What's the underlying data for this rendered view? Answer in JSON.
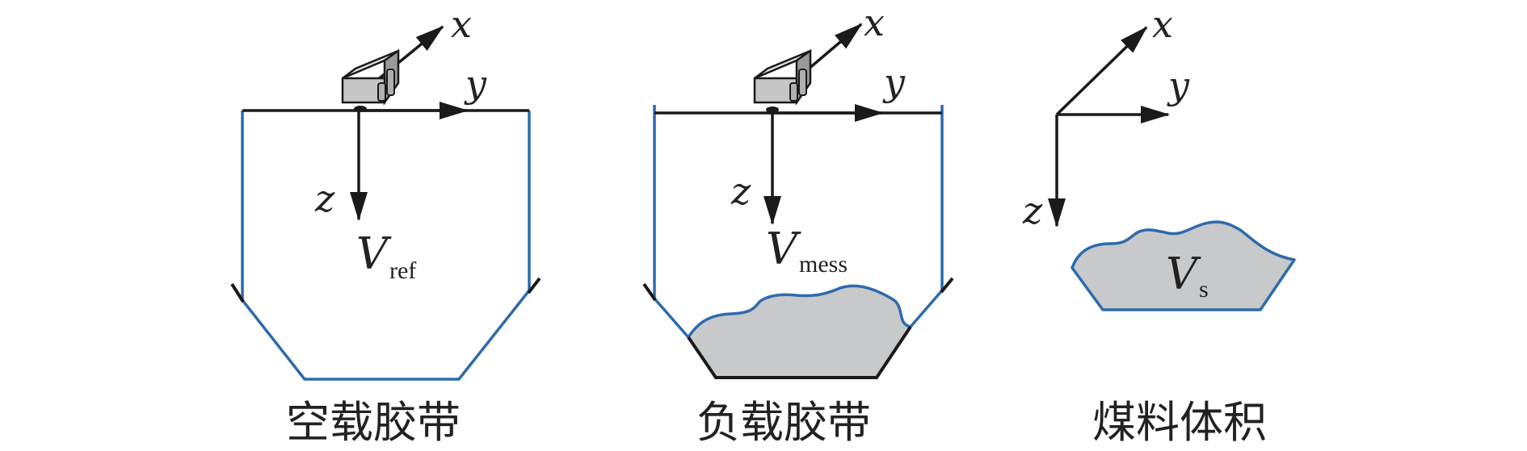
{
  "colors": {
    "outline_blue": "#2e6aab",
    "black": "#1a1a1a",
    "coal_fill": "#c8c9cb",
    "sensor_body": "#c6c6c6"
  },
  "axes": {
    "x": "x",
    "y": "y",
    "z": "z"
  },
  "panels": [
    {
      "id": "empty",
      "volume_symbol": "V",
      "volume_subscript": "ref",
      "caption": "空载胶带"
    },
    {
      "id": "loaded",
      "volume_symbol": "V",
      "volume_subscript": "mess",
      "caption": "负载胶带"
    },
    {
      "id": "coal",
      "volume_symbol": "V",
      "volume_subscript": "s",
      "caption": "煤料体积"
    }
  ]
}
